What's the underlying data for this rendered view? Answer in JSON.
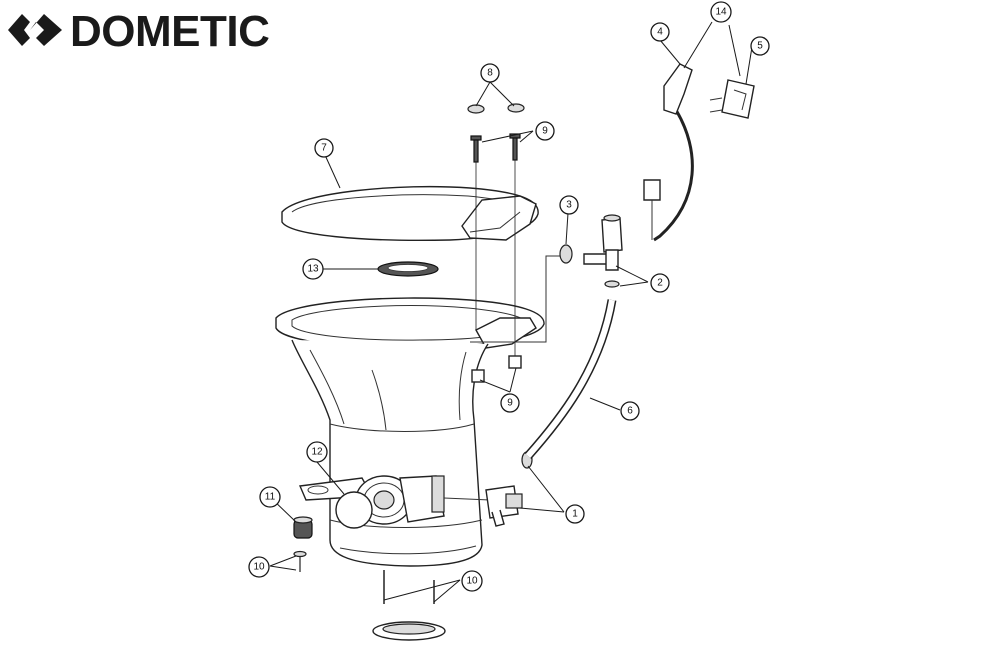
{
  "brand": {
    "name": "DOMETIC"
  },
  "callouts": [
    {
      "id": "c1",
      "label": "1"
    },
    {
      "id": "c2",
      "label": "2"
    },
    {
      "id": "c3",
      "label": "3"
    },
    {
      "id": "c4",
      "label": "4"
    },
    {
      "id": "c5",
      "label": "5"
    },
    {
      "id": "c6",
      "label": "6"
    },
    {
      "id": "c7",
      "label": "7"
    },
    {
      "id": "c8",
      "label": "8"
    },
    {
      "id": "c9a",
      "label": "9"
    },
    {
      "id": "c9b",
      "label": "9"
    },
    {
      "id": "c10a",
      "label": "10"
    },
    {
      "id": "c10b",
      "label": "10"
    },
    {
      "id": "c11",
      "label": "11"
    },
    {
      "id": "c12",
      "label": "12"
    },
    {
      "id": "c13",
      "label": "13"
    },
    {
      "id": "c14",
      "label": "14"
    }
  ]
}
